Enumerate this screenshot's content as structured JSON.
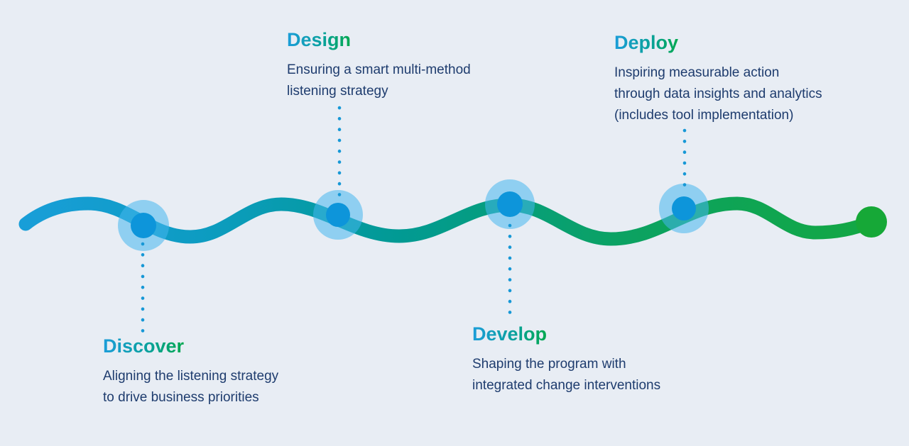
{
  "diagram": {
    "background_color": "#e8edf4",
    "body_text_color": "#1e3c6e",
    "dot_color": "#1798d6",
    "node_core_color": "#0d95da",
    "node_halo_color": "#45b7ee",
    "end_ball_color": "#16a837",
    "heading_gradient_start": "#1b9dd9",
    "heading_gradient_end": "#00a84e",
    "wave_gradient": {
      "stop1": "#1a9edb",
      "stop2": "#0d9cc2",
      "stop3": "#019a93",
      "stop4": "#0ba263",
      "stop5": "#14a83f"
    },
    "phases": [
      {
        "title": "Discover",
        "description": "Aligning the listening strategy\nto drive business priorities",
        "label_position": "below"
      },
      {
        "title": "Design",
        "description": "Ensuring a smart multi-method\nlistening strategy",
        "label_position": "above"
      },
      {
        "title": "Develop",
        "description": "Shaping the program with\nintegrated change interventions",
        "label_position": "below"
      },
      {
        "title": "Deploy",
        "description": "Inspiring measurable action\nthrough data insights and analytics\n(includes tool implementation)",
        "label_position": "above"
      }
    ]
  }
}
